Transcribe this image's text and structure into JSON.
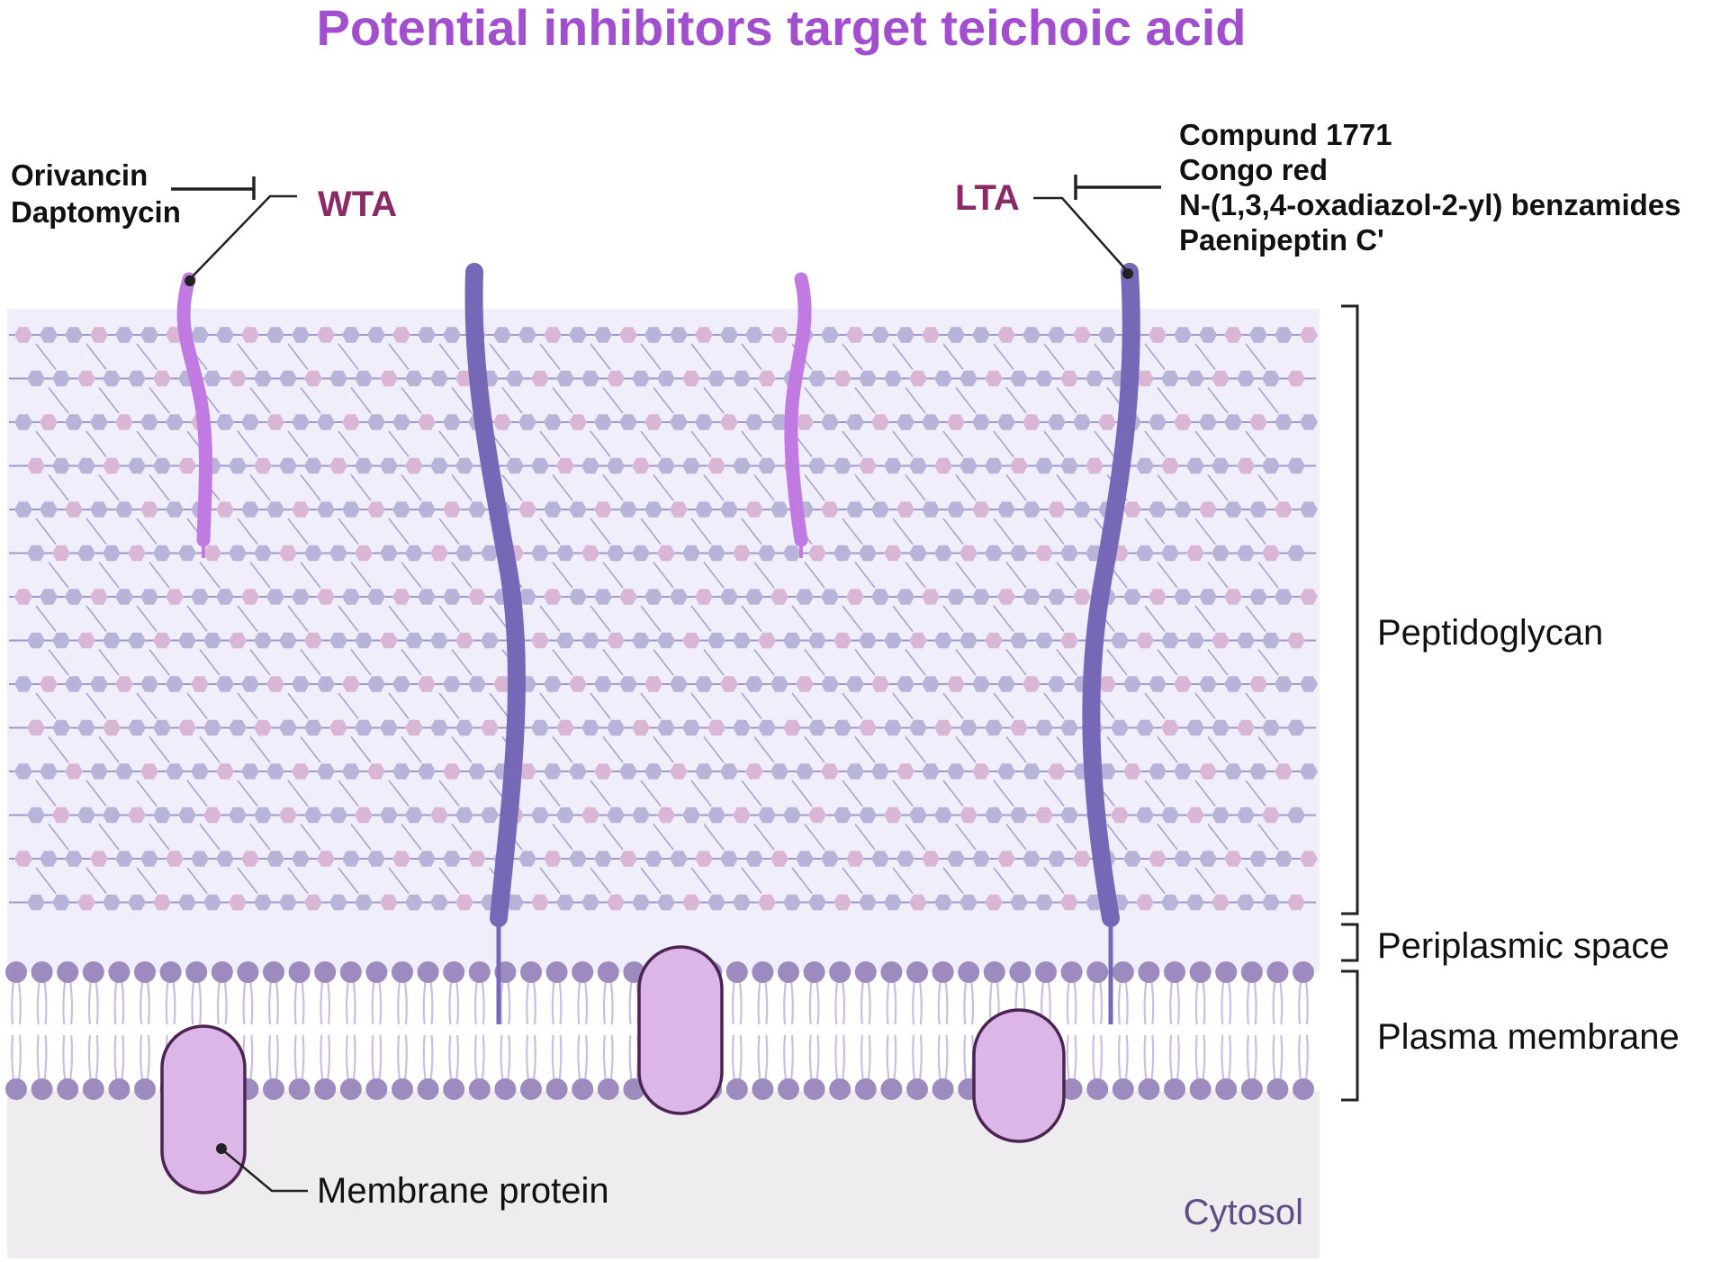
{
  "title": "Potential inhibitors target teichoic acid",
  "colors": {
    "title": "#a24fcf",
    "ta_label": "#8a2a66",
    "wta": "#c27ae3",
    "lta": "#7667b7",
    "peptidoglycan_bg": "#efeefa",
    "hex_purple": "#b7b3d9",
    "hex_pink": "#d9b6d6",
    "strand": "#9f98cc",
    "lipid_head": "#9d8bbf",
    "lipid_tail": "#cbbde3",
    "protein_fill": "#dbb6e6",
    "protein_stroke": "#4b2452",
    "cytosol": "#eeecef",
    "cytosol_text": "#5d4f86"
  },
  "wta": {
    "label": "WTA",
    "inhibitors": [
      "Orivancin",
      "Daptomycin"
    ]
  },
  "lta": {
    "label": "LTA",
    "inhibitors": [
      "Compund 1771",
      "Congo red",
      "N-(1,3,4-oxadiazol-2-yl) benzamides",
      "Paenipeptin C'"
    ]
  },
  "layers": {
    "peptidoglycan": "Peptidoglycan",
    "periplasmic": "Periplasmic space",
    "membrane": "Plasma membrane"
  },
  "membrane_protein": "Membrane protein",
  "cytosol": "Cytosol"
}
